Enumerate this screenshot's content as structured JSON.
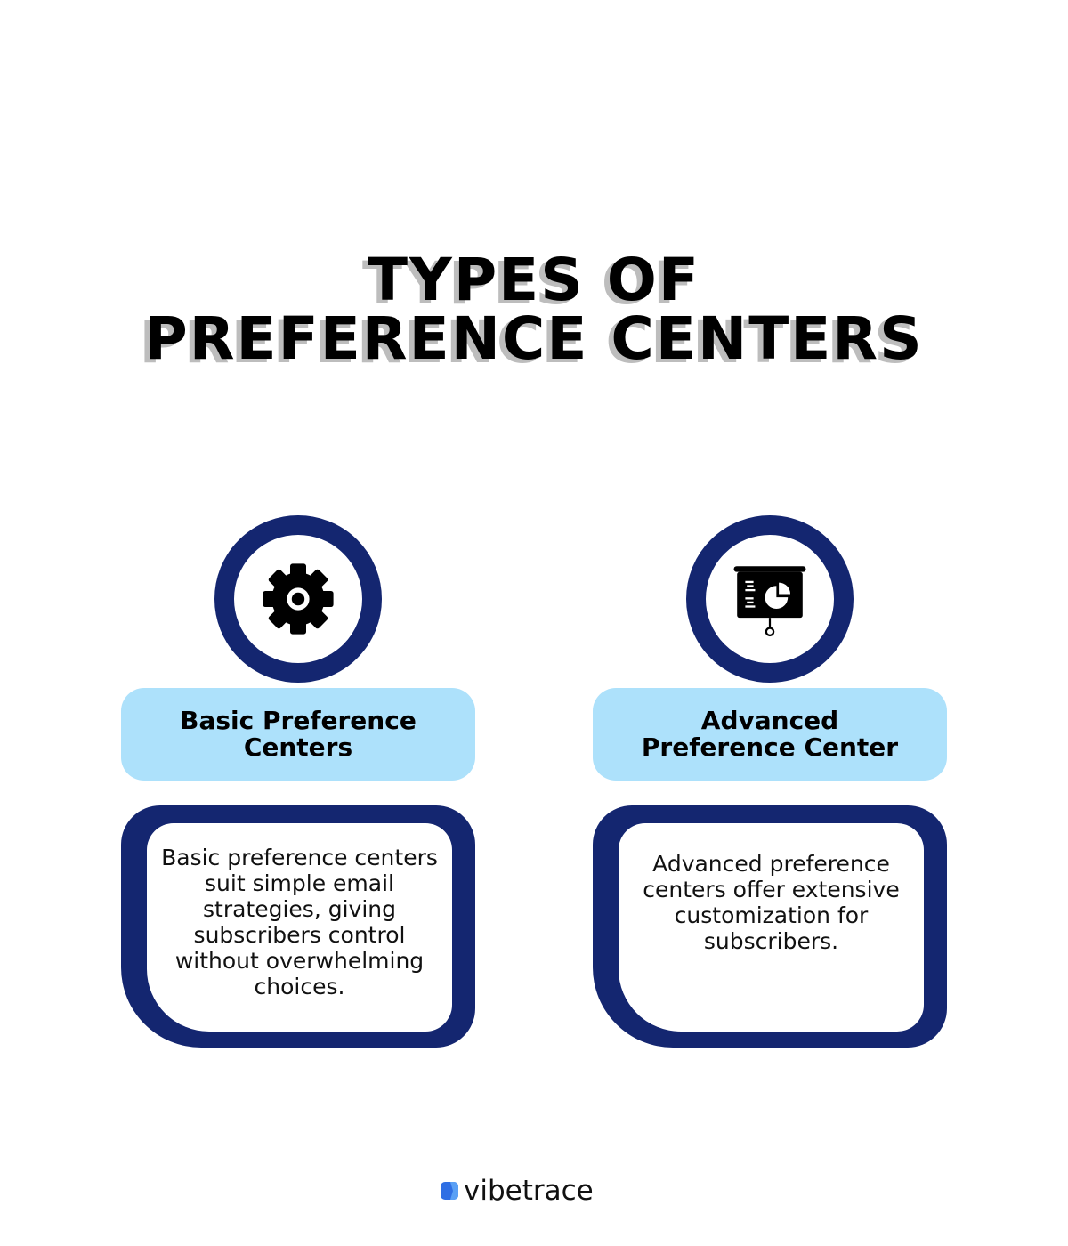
{
  "title": {
    "line1": "TYPES OF",
    "line2": "PREFERENCE CENTERS"
  },
  "colors": {
    "navy": "#142670",
    "light_blue": "#ade1fb",
    "title_shadow": "#bdbdbd",
    "logo_blue": "#2f6fe4"
  },
  "columns": [
    {
      "icon": "gear-icon",
      "heading_line1": "Basic Preference",
      "heading_line2": "Centers",
      "description": "Basic preference centers suit simple email strategies, giving subscribers control without overwhelming choices."
    },
    {
      "icon": "presentation-chart-icon",
      "heading_line1": "Advanced",
      "heading_line2": "Preference Center",
      "description": "Advanced preference centers offer extensive customization for subscribers."
    }
  ],
  "footer": {
    "brand": "vibetrace"
  }
}
